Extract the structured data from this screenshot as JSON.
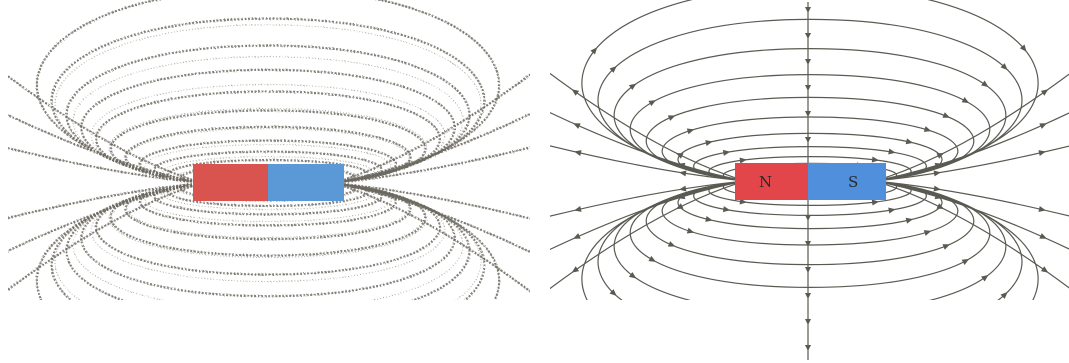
{
  "colors": {
    "background": "#ffffff",
    "field_line": "#5a5a52",
    "filings": "#6d6a60",
    "north_pole": "#e3464a",
    "south_pole": "#4f8fdb",
    "north_pole_left": "#d9534f",
    "south_pole_left": "#5a98d6"
  },
  "panels": [
    {
      "name": "iron-filings-pattern",
      "style": "filings",
      "labels": {
        "north": "",
        "south": ""
      }
    },
    {
      "name": "field-line-diagram",
      "style": "lines",
      "labels": {
        "north": "N",
        "south": "S"
      }
    }
  ]
}
